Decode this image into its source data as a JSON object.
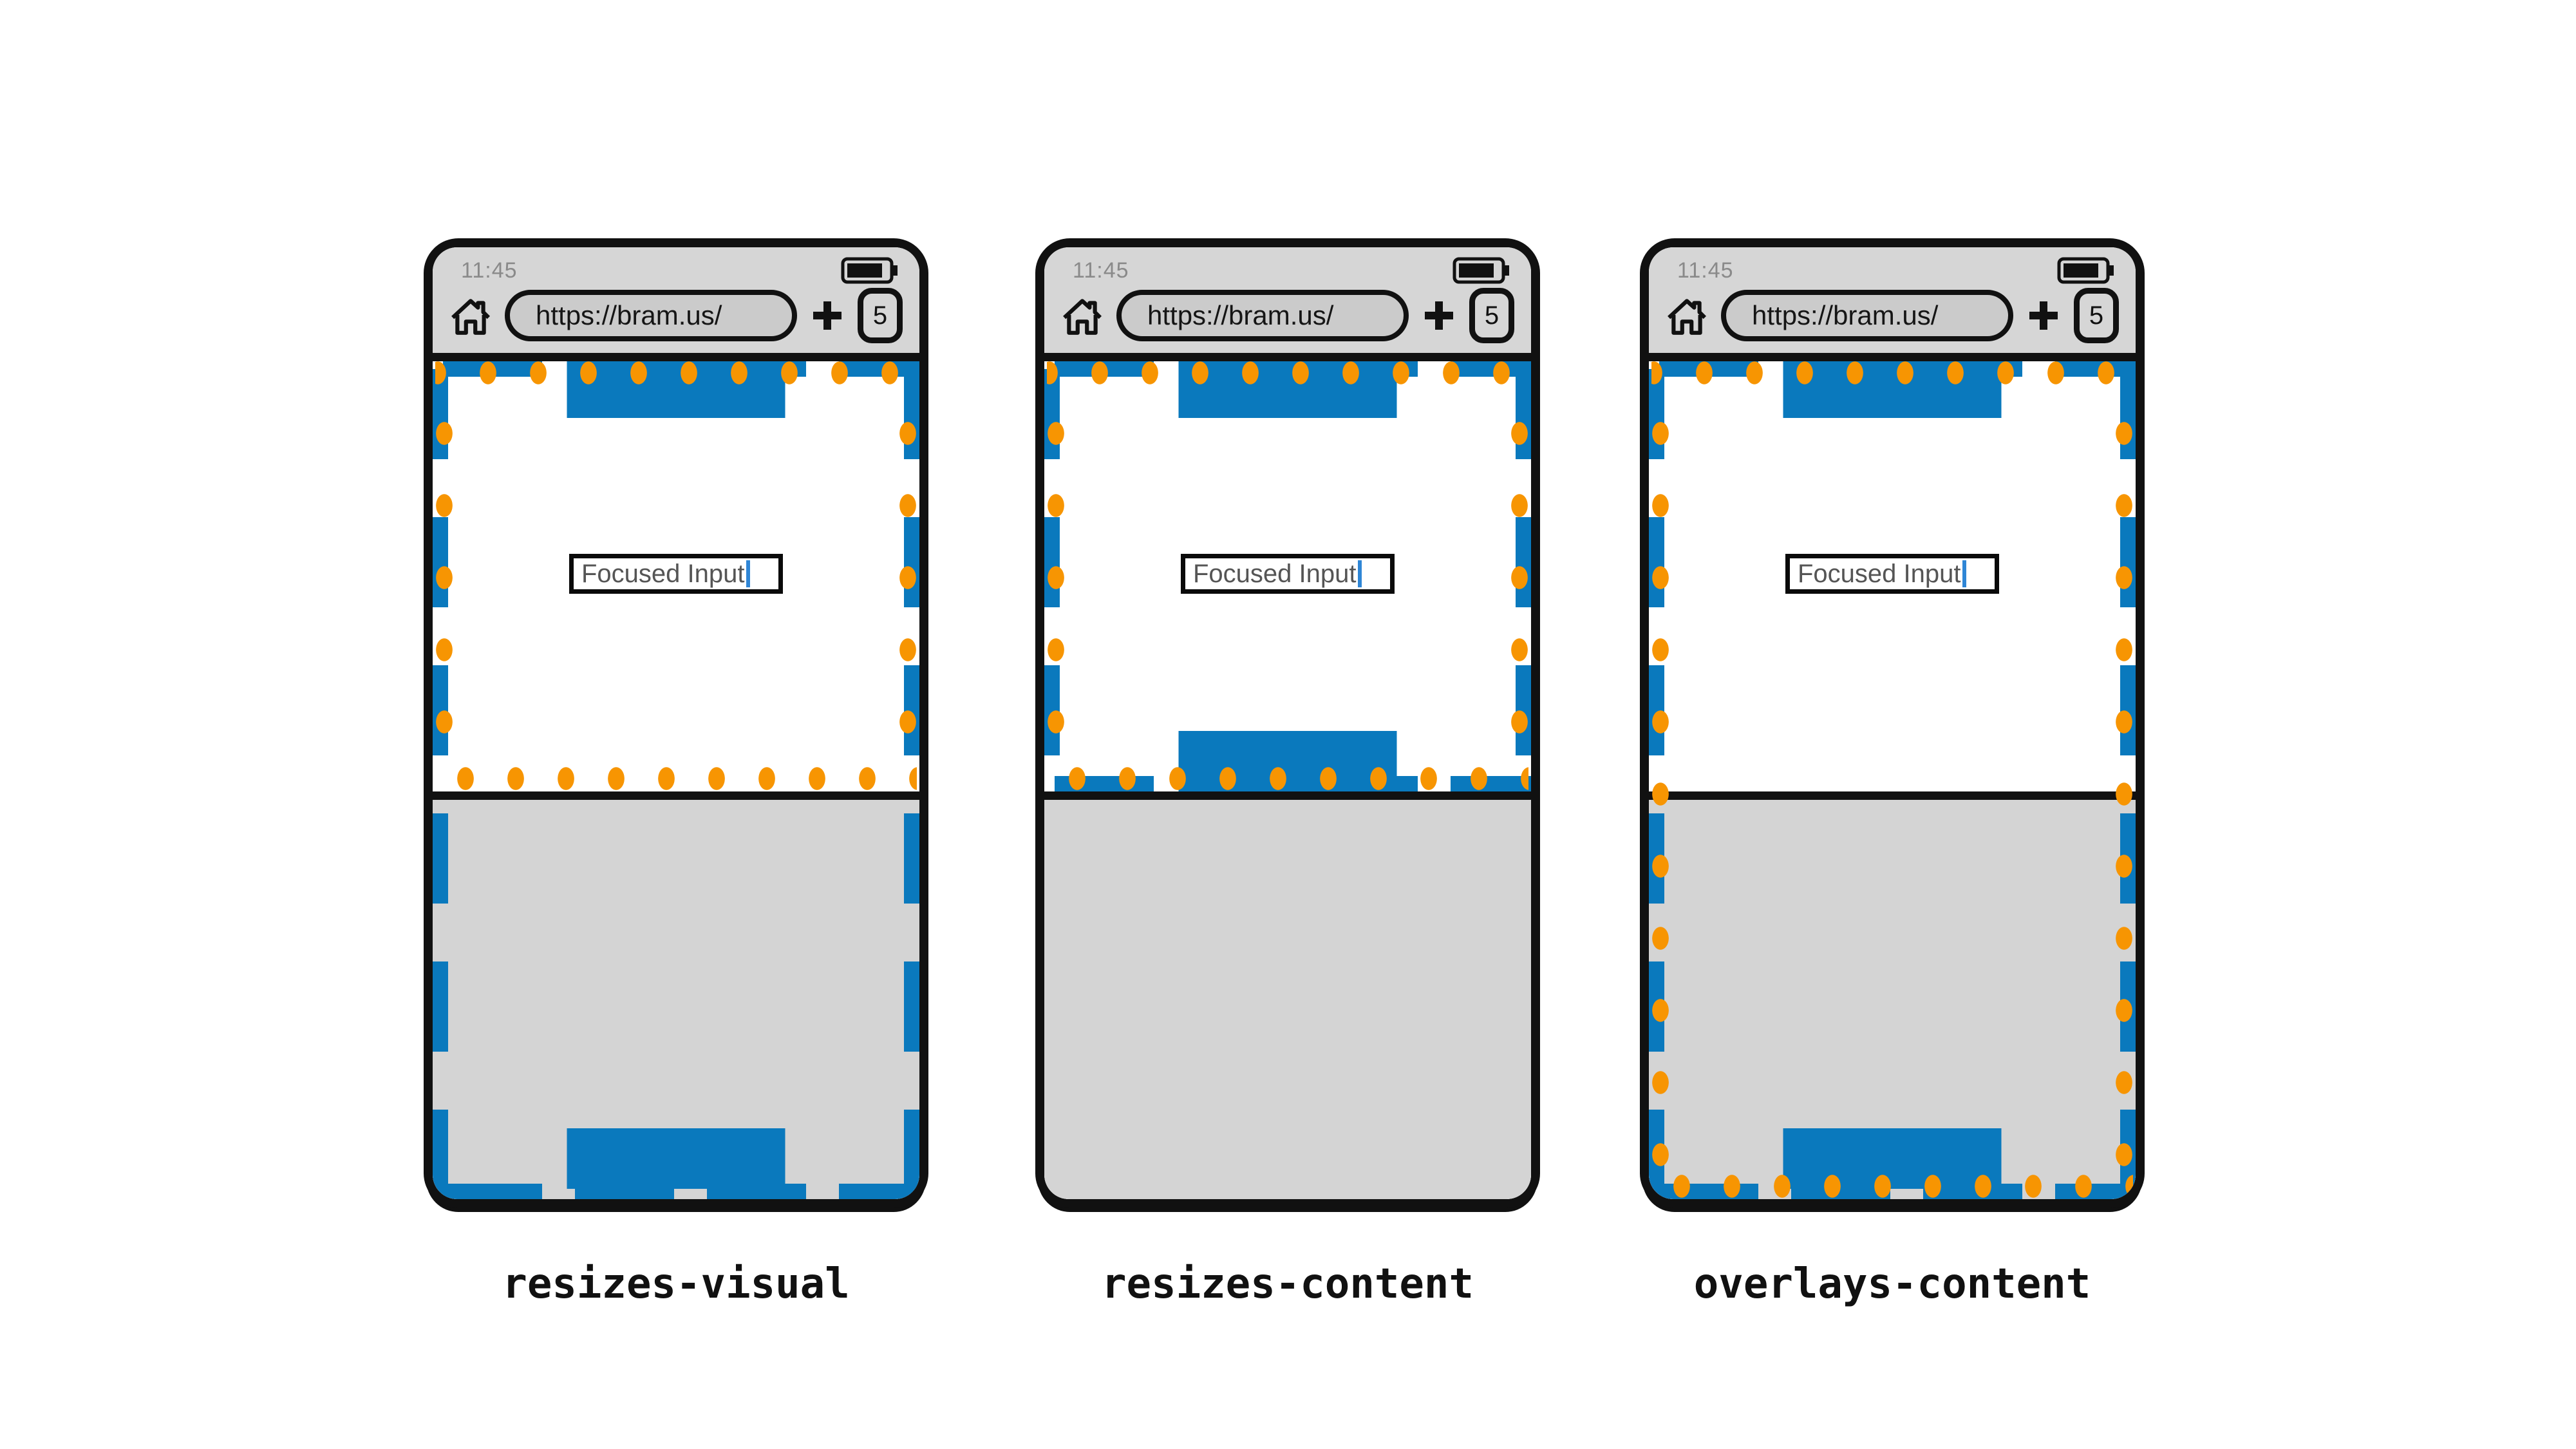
{
  "colors": {
    "blue": "#0a79bd",
    "orange": "#f79502",
    "chrome": "#d6d6d6",
    "keyboard": "#d4d4d4",
    "frame": "#111111",
    "pill": "#cbcbcb",
    "statustext": "#8a8a8a",
    "inputtext": "#555555",
    "caret": "#2f86d6"
  },
  "phone": {
    "status_time": "11:45",
    "url": "https://bram.us/",
    "tab_count": "5",
    "input_value": "Focused Input"
  },
  "icons": {
    "home": "home-icon",
    "battery": "battery-icon",
    "plus": "plus-icon"
  },
  "variants": {
    "v1": {
      "label": "resizes-visual"
    },
    "v2": {
      "label": "resizes-content"
    },
    "v3": {
      "label": "overlays-content"
    }
  }
}
